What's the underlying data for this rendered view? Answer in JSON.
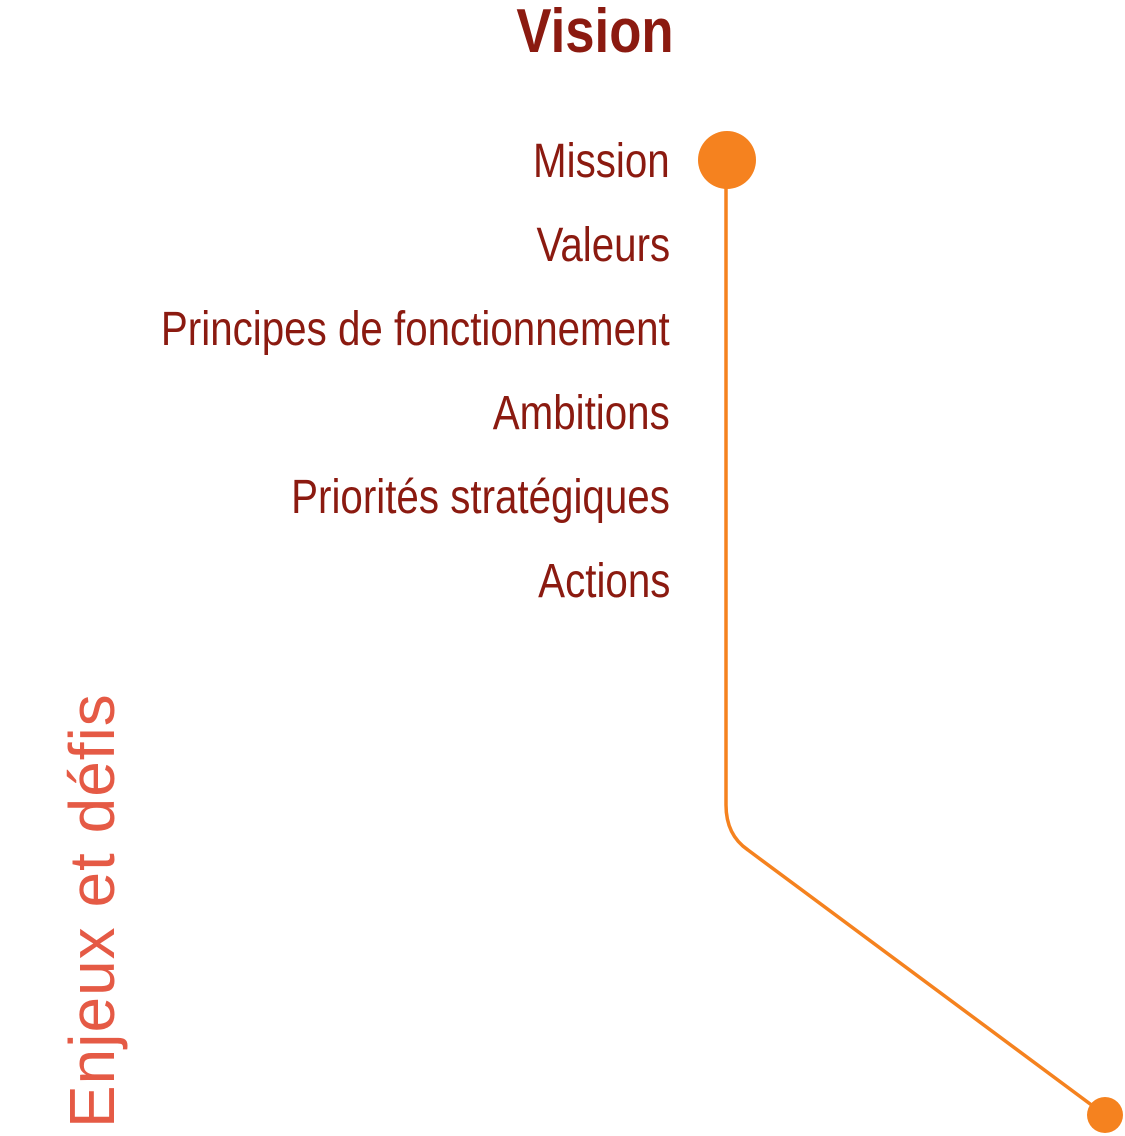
{
  "title": "Vision",
  "items": [
    "Mission",
    "Valeurs",
    "Principes de fonctionnement",
    "Ambitions",
    "Priorités stratégiques",
    "Actions"
  ],
  "side_label": "Enjeux et défis",
  "colors": {
    "title": "#8b1a10",
    "items": "#8b1a10",
    "side_label": "#e55a45",
    "connector": "#f5821f"
  }
}
